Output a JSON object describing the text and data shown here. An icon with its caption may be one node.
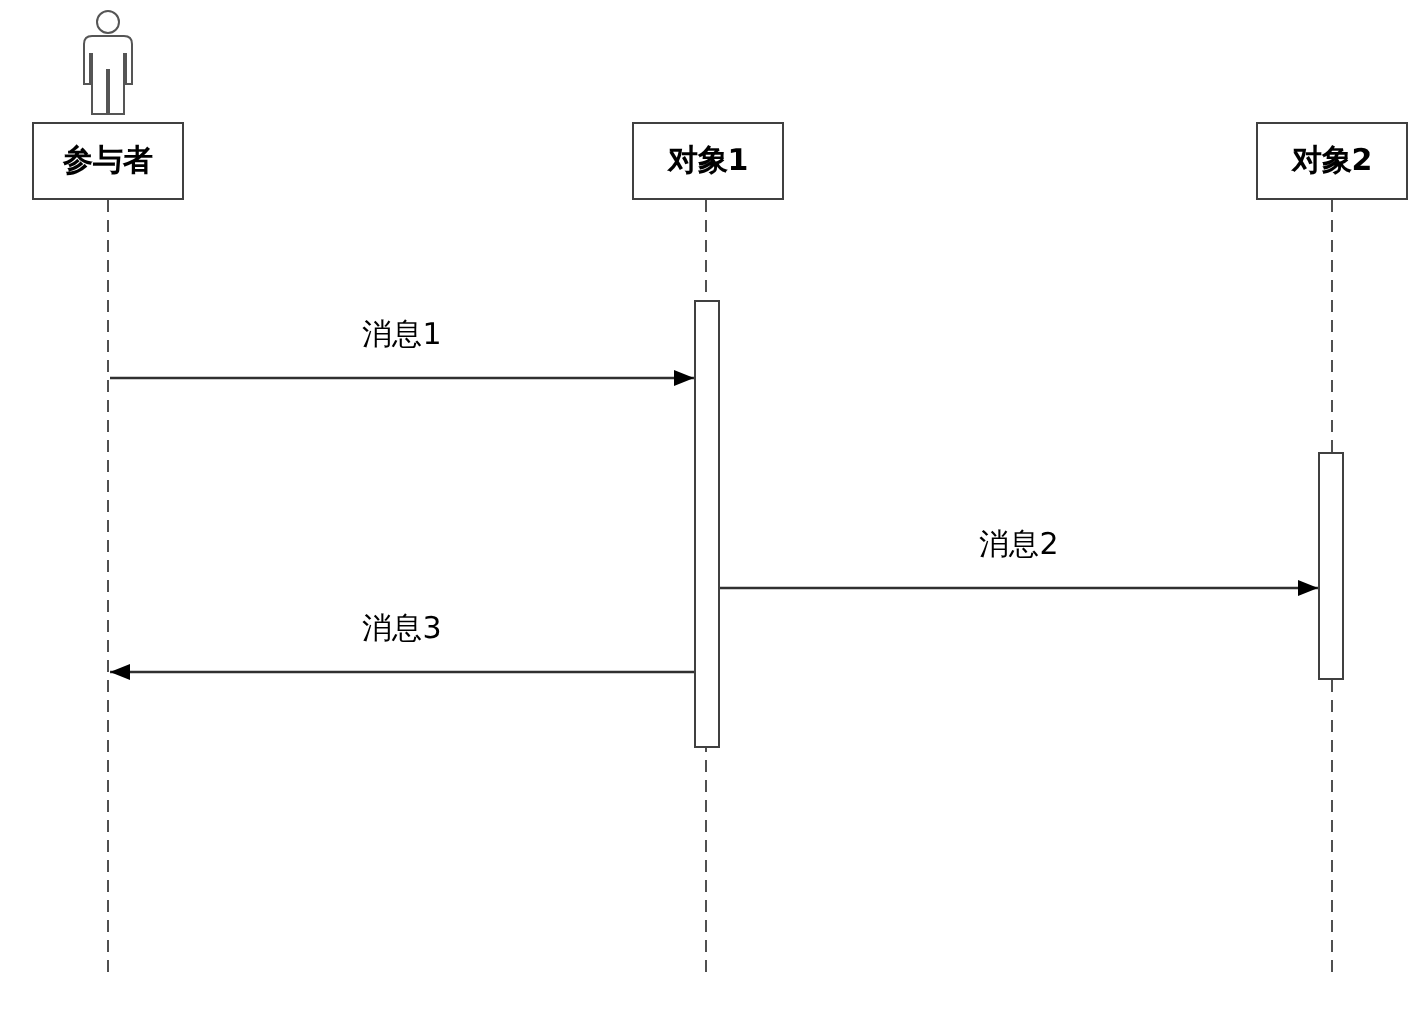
{
  "diagram": {
    "nodes": [
      {
        "text": [
          "参与者"
        ]
      },
      {
        "text": [
          "对象1"
        ]
      },
      {
        "text": [
          "对象2"
        ]
      },
      {
        "text": [],
        "shape": "line"
      },
      {
        "text": [],
        "shape": "line"
      },
      {
        "text": [],
        "shape": "line"
      },
      {
        "text": [],
        "shape": "bar"
      },
      {
        "text": [],
        "shape": "bar"
      }
    ],
    "edges": [
      {
        "from": 3,
        "to": 6,
        "arrow": "to",
        "label": "消息1"
      },
      {
        "from": 6,
        "to": 7,
        "arrow": "to",
        "label": "消息2"
      },
      {
        "from": 6,
        "to": 3,
        "arrow": "to",
        "label": "消息3"
      }
    ]
  }
}
